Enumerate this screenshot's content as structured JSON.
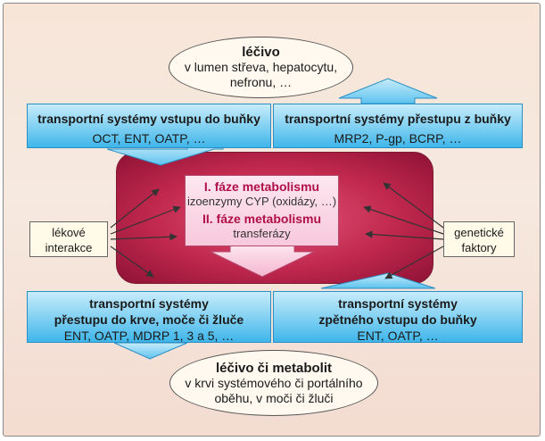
{
  "top_ellipse": {
    "title": "léčivo",
    "line1": "v lumen střeva, hepatocytu,",
    "line2": "nefronu, …"
  },
  "bottom_ellipse": {
    "title": "léčivo či metabolit",
    "line1": "v krvi systémového či portálního",
    "line2": "oběhu, v moči či žluči"
  },
  "panel_top_left": {
    "title": "transportní systémy vstupu do buňky",
    "subtitle": "OCT, ENT, OATP, …"
  },
  "panel_top_right": {
    "title": "transportní systémy přestupu z buňky",
    "subtitle": "MRP2, P-gp, BCRP, …"
  },
  "panel_bottom_left": {
    "title1": "transportní systémy",
    "title2": "přestupu do krve, moče či žluče",
    "subtitle": "ENT, OATP, MDRP 1, 3 a 5, …"
  },
  "panel_bottom_right": {
    "title1": "transportní systémy",
    "title2": "zpětného vstupu do buňky",
    "subtitle": "ENT, OATP, …"
  },
  "metabolism": {
    "phase1_title": "I. fáze metabolismu",
    "phase1_note": "izoenzymy CYP (oxidázy, …)",
    "phase2_title": "II. fáze metabolismu",
    "phase2_note": "transferázy"
  },
  "side_left": {
    "line1": "lékové",
    "line2": "interakce"
  },
  "side_right": {
    "line1": "genetické",
    "line2": "faktory"
  },
  "colors": {
    "center_fill": "#c1284e",
    "panel_fill": "#7dcff2",
    "phase_title": "#b01045"
  }
}
